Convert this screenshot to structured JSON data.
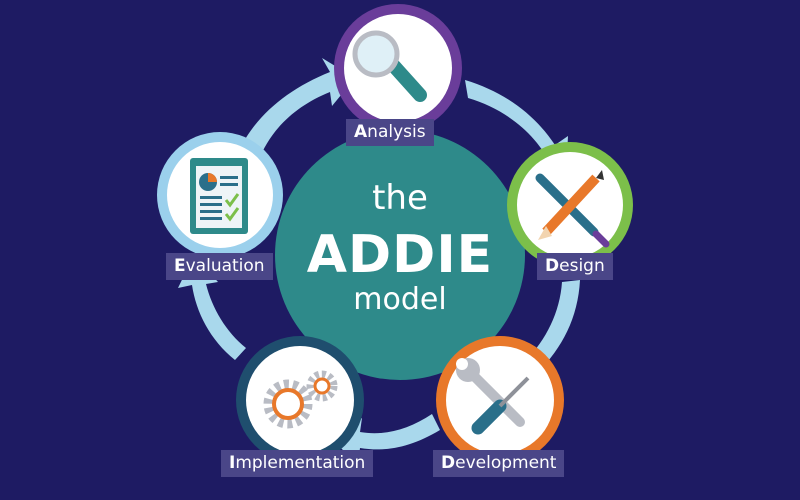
{
  "title": {
    "line1": "the",
    "line2": "ADDIE",
    "line3": "model"
  },
  "phases": [
    {
      "initial": "A",
      "rest": "nalysis",
      "icon": "magnifier-icon",
      "ring_color": "#6a3d9a"
    },
    {
      "initial": "D",
      "rest": "esign",
      "icon": "pencil-brush-icon",
      "ring_color": "#7cbf4a"
    },
    {
      "initial": "D",
      "rest": "evelopment",
      "icon": "wrench-screwdriver-icon",
      "ring_color": "#e8782a"
    },
    {
      "initial": "I",
      "rest": "mplementation",
      "icon": "gears-icon",
      "ring_color": "#1f4e6e"
    },
    {
      "initial": "E",
      "rest": "valuation",
      "icon": "report-checklist-icon",
      "ring_color": "#9bd0ec"
    }
  ],
  "colors": {
    "background": "#1e1b63",
    "center_circle": "#2e8a8a",
    "arrows": "#a9d8ec",
    "label_bg": "#4a4688"
  }
}
